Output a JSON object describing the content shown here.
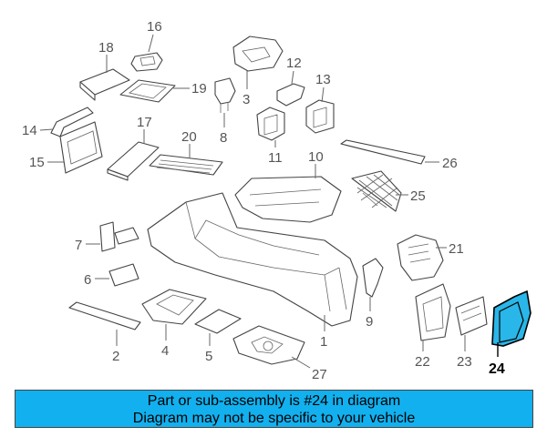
{
  "callouts": {
    "c1": "1",
    "c2": "2",
    "c3": "3",
    "c4": "4",
    "c5": "5",
    "c6": "6",
    "c7": "7",
    "c8": "8",
    "c9": "9",
    "c10": "10",
    "c11": "11",
    "c12": "12",
    "c13": "13",
    "c14": "14",
    "c15": "15",
    "c16": "16",
    "c17": "17",
    "c18": "18",
    "c19": "19",
    "c20": "20",
    "c21": "21",
    "c22": "22",
    "c23": "23",
    "c24": "24",
    "c25": "25",
    "c26": "26",
    "c27": "27"
  },
  "highlight": {
    "part_number": "24",
    "color": "#29b6e8"
  },
  "banner": {
    "line1": "Part or sub-assembly is #24 in diagram",
    "line2": "Diagram may not be specific to your vehicle",
    "background": "#12b0ee"
  }
}
